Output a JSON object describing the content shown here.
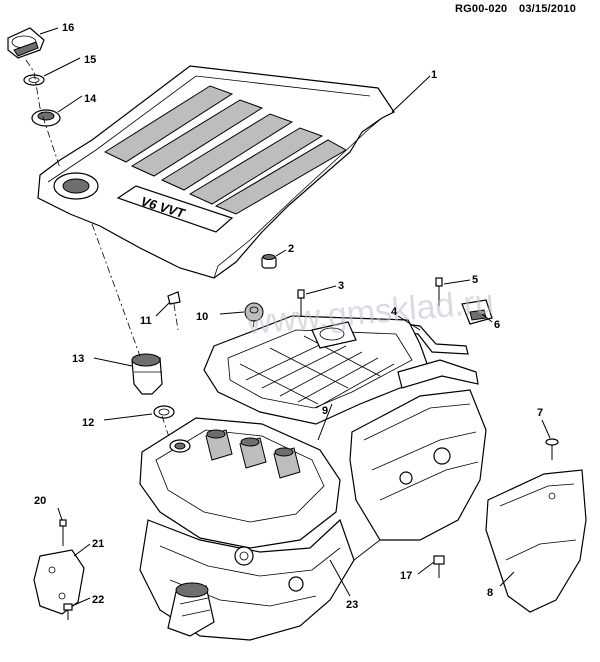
{
  "header": {
    "code": "RG00-020",
    "date": "03/15/2010"
  },
  "watermark": "www.gmsklad.ru",
  "cover_badge": "V6 VVT",
  "callouts": [
    "1",
    "2",
    "3",
    "4",
    "5",
    "6",
    "7",
    "8",
    "9",
    "10",
    "11",
    "12",
    "13",
    "14",
    "15",
    "16",
    "17",
    "20",
    "21",
    "22",
    "23"
  ]
}
